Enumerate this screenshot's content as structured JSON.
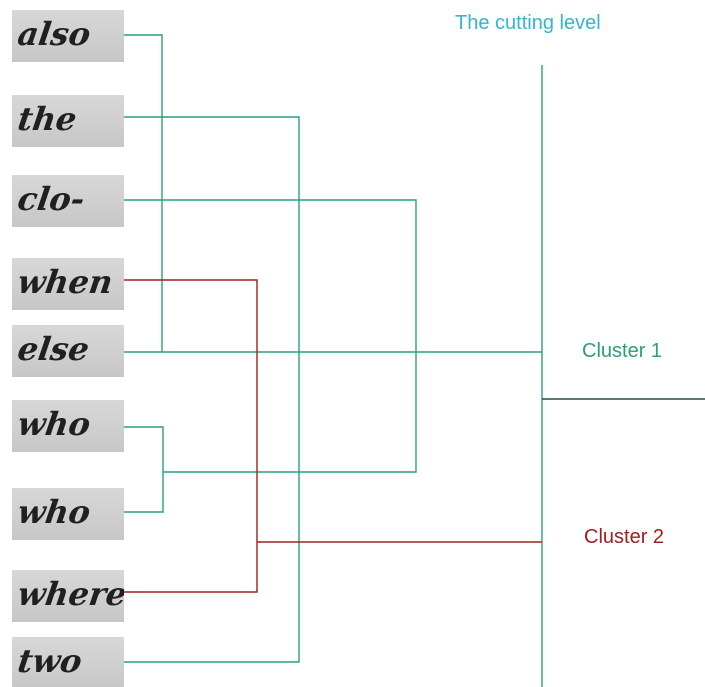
{
  "words": [
    {
      "text": "also"
    },
    {
      "text": "the"
    },
    {
      "text": "clo-"
    },
    {
      "text": "when"
    },
    {
      "text": "else"
    },
    {
      "text": "who"
    },
    {
      "text": "who"
    },
    {
      "text": "where"
    },
    {
      "text": "two"
    }
  ],
  "labels": {
    "cutting_level": "The cutting level",
    "cluster1": "Cluster 1",
    "cluster2": "Cluster 2"
  },
  "colors": {
    "cluster1": "#2aa07a",
    "cluster2": "#a02020",
    "cutting_level": "#33b5d6",
    "trunk": "#1f4f4f"
  }
}
